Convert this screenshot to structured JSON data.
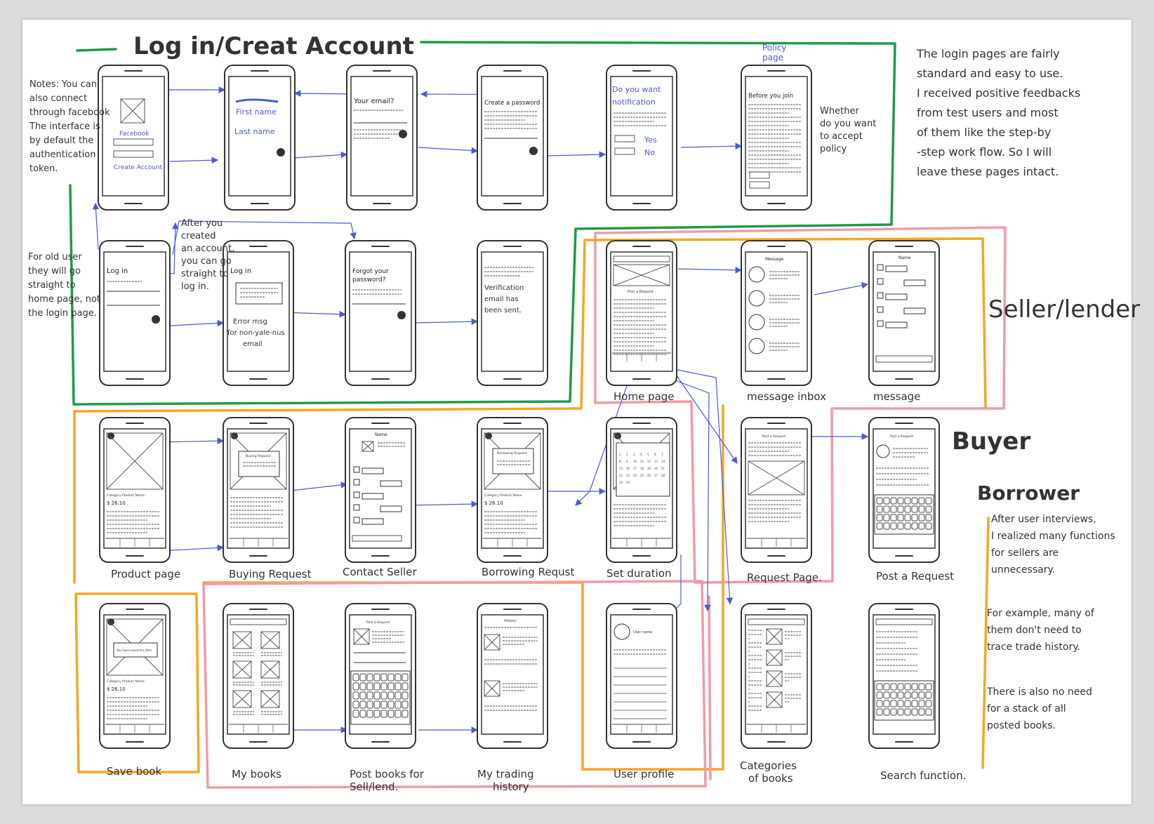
{
  "colors": {
    "green": "#1f9a4a",
    "orange": "#f5a623",
    "pink": "#f29aa6",
    "blue": "#4a5bd4",
    "ink": "#2b2b2b",
    "phone": "#333333"
  },
  "sections": {
    "login": "Log in/Creat Account",
    "seller": "Seller/lender",
    "buyer": "Buyer",
    "borrower": "Borrower"
  },
  "notes": {
    "login_left": [
      "Notes: You can",
      "also connect",
      "through facebook",
      "The interface is",
      "by default the",
      "authentication",
      "token."
    ],
    "old_user": [
      "For old user",
      "they will go",
      "straight to",
      "home page, not",
      "the login page."
    ],
    "after_created": [
      "After you",
      "created",
      "an account,",
      "you can go",
      "straight to",
      "log in."
    ],
    "policy_page": [
      "Policy",
      "page"
    ],
    "whether": [
      "Whether",
      "do you want",
      "to accept",
      "policy"
    ],
    "login_right": [
      "The login pages are fairly",
      "standard and easy to use.",
      "I received positive feedbacks",
      "from test users and most",
      "of them like the step-by",
      "-step work flow. So I will",
      "leave these pages intact."
    ],
    "after_interviews": [
      "After user interviews,",
      "I realized many functions",
      "for sellers are",
      "unnecessary.",
      "For example, many of",
      "them don't need to",
      "trace trade history.",
      "There is also no need",
      "for a stack of all",
      "posted books."
    ]
  },
  "screens": [
    {
      "id": "s1",
      "caption": "",
      "title": "Log in",
      "handwriting": [
        "Facebook",
        "Create Account"
      ]
    },
    {
      "id": "s2",
      "caption": "",
      "title": "",
      "handwriting": [
        "First name",
        "Last name"
      ]
    },
    {
      "id": "s3",
      "caption": "",
      "title": "Your email?",
      "handwriting": []
    },
    {
      "id": "s4",
      "caption": "",
      "title": "Create a password",
      "handwriting": []
    },
    {
      "id": "s5",
      "caption": "",
      "title": "",
      "handwriting": [
        "Do you want",
        "notification",
        "Yes",
        "No"
      ]
    },
    {
      "id": "s6",
      "caption": "",
      "title": "Before you join",
      "handwriting": []
    },
    {
      "id": "s7",
      "caption": "",
      "title": "Log in",
      "handwriting": []
    },
    {
      "id": "s8",
      "caption": "",
      "title": "Log in",
      "handwriting": [
        "Error msg",
        "for non-yale-nus",
        "email"
      ]
    },
    {
      "id": "s9",
      "caption": "",
      "title": "Forgot your password?",
      "handwriting": []
    },
    {
      "id": "s10",
      "caption": "",
      "title": "",
      "handwriting": [
        "Verification",
        "email has",
        "been sent."
      ]
    },
    {
      "id": "s11",
      "caption": "Home page",
      "title": "",
      "handwriting": []
    },
    {
      "id": "s12",
      "caption": "message inbox",
      "title": "Message",
      "handwriting": []
    },
    {
      "id": "s13",
      "caption": "message",
      "title": "Name",
      "handwriting": []
    },
    {
      "id": "s14",
      "caption": "Product page",
      "title": "",
      "handwriting": []
    },
    {
      "id": "s15",
      "caption": "Buying Request",
      "title": "",
      "handwriting": []
    },
    {
      "id": "s16",
      "caption": "Contact Seller",
      "title": "Name",
      "handwriting": []
    },
    {
      "id": "s17",
      "caption": "Borrowing Requst",
      "title": "",
      "handwriting": []
    },
    {
      "id": "s18",
      "caption": "Set duration",
      "title": "",
      "handwriting": []
    },
    {
      "id": "s19",
      "caption": "Request Page.",
      "title": "",
      "handwriting": []
    },
    {
      "id": "s20",
      "caption": "Post a Request",
      "title": "Post a Request",
      "handwriting": []
    },
    {
      "id": "s21",
      "caption": "Save book",
      "title": "",
      "handwriting": []
    },
    {
      "id": "s22",
      "caption": "My books",
      "title": "",
      "handwriting": []
    },
    {
      "id": "s23",
      "caption": "Post books for Sell/lend.",
      "title": "Post a Request",
      "handwriting": []
    },
    {
      "id": "s24",
      "caption": "My trading history",
      "title": "History",
      "handwriting": []
    },
    {
      "id": "s25",
      "caption": "User profile",
      "title": "User name",
      "handwriting": []
    },
    {
      "id": "s26",
      "caption": "Categories of books",
      "title": "",
      "handwriting": []
    },
    {
      "id": "s27",
      "caption": "Search function.",
      "title": "",
      "handwriting": []
    }
  ]
}
